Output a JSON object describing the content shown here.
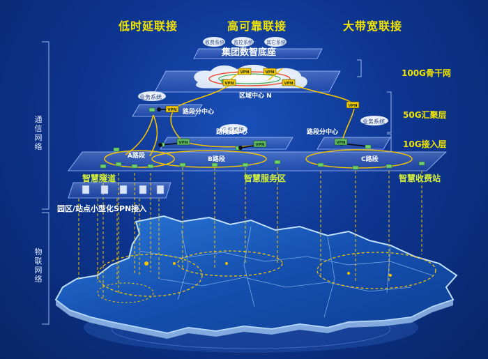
{
  "headers": {
    "low_latency": "低时延联接",
    "high_reliability": "高可靠联接",
    "high_bandwidth": "大带宽联接"
  },
  "tiers": {
    "backbone": "100G骨干网",
    "aggregation": "50G汇聚层",
    "access": "10G接入层"
  },
  "side_labels": {
    "comm_net": "通信网络",
    "iot_net": "物联网络"
  },
  "platform_title": "集团数智底座",
  "cloud_systems": [
    "收费系统",
    "监控系统",
    "其它系统"
  ],
  "region_center": "区域中心 N",
  "business_system": "业务系统",
  "segment_center": "路段分中心",
  "vpn": "VPN",
  "segments": [
    "A路段",
    "B路段",
    "C路段"
  ],
  "scenes": {
    "tunnel": "智慧隧道",
    "service_area": "智慧服务区",
    "toll_station": "智慧收费站"
  },
  "campus_label": "园区/站点小型化SPN接入"
}
